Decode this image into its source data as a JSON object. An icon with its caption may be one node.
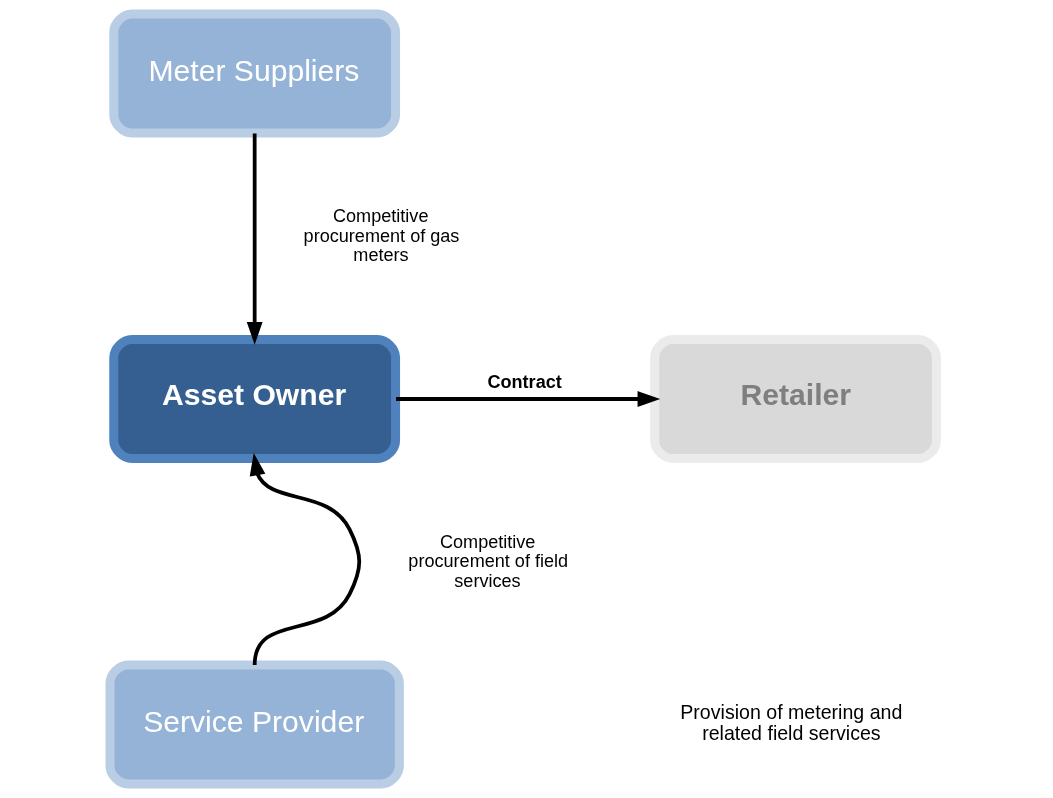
{
  "diagram": {
    "nodes": [
      {
        "text": [
          "Meter Suppliers"
        ]
      },
      {
        "text": [
          "Asset Owner"
        ]
      },
      {
        "text": [
          "Retailer"
        ]
      },
      {
        "text": [
          "Service Provider"
        ]
      }
    ],
    "edges": [
      {
        "from": 0,
        "to": 1,
        "arrow": "to",
        "label": "Competitive procurement of gas meters"
      },
      {
        "from": 1,
        "to": 2,
        "arrow": "to",
        "label": "Contract"
      },
      {
        "from": 3,
        "to": 1,
        "arrow": "to",
        "label": "Competitive procurement of field services"
      }
    ],
    "labels": [
      "Provision of metering and related field services"
    ]
  }
}
